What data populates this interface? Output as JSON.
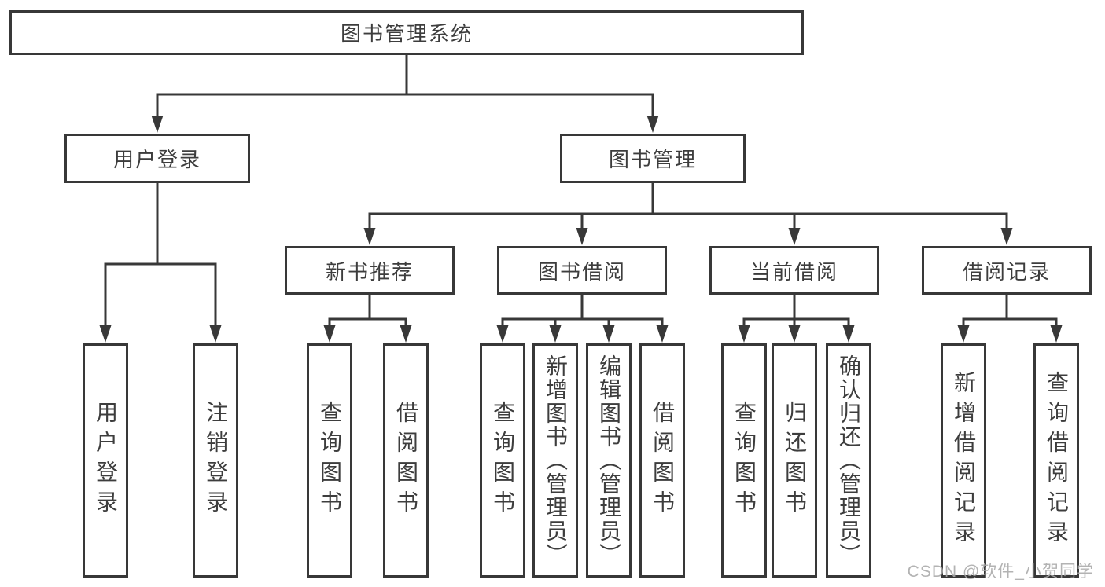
{
  "colors": {
    "border": "#383838",
    "line": "#383838",
    "text": "#3d3d3d",
    "watermark": "#a8a8a8",
    "background": "#ffffff"
  },
  "watermark": {
    "text": "CSDN @软件_小贺同学"
  },
  "tree": {
    "root": {
      "label": "图书管理系统",
      "children": [
        {
          "label": "用户登录",
          "children": [
            {
              "label": "用户登录"
            },
            {
              "label": "注销登录"
            }
          ]
        },
        {
          "label": "图书管理",
          "children": [
            {
              "label": "新书推荐",
              "children": [
                {
                  "label": "查询图书"
                },
                {
                  "label": "借阅图书"
                }
              ]
            },
            {
              "label": "图书借阅",
              "children": [
                {
                  "label": "查询图书"
                },
                {
                  "label": "新增图书（管理员）"
                },
                {
                  "label": "编辑图书（管理员）"
                },
                {
                  "label": "借阅图书"
                }
              ]
            },
            {
              "label": "当前借阅",
              "children": [
                {
                  "label": "查询图书"
                },
                {
                  "label": "归还图书"
                },
                {
                  "label": "确认归还（管理员）"
                }
              ]
            },
            {
              "label": "借阅记录",
              "children": [
                {
                  "label": "新增借阅记录"
                },
                {
                  "label": "查询借阅记录"
                }
              ]
            }
          ]
        }
      ]
    }
  }
}
